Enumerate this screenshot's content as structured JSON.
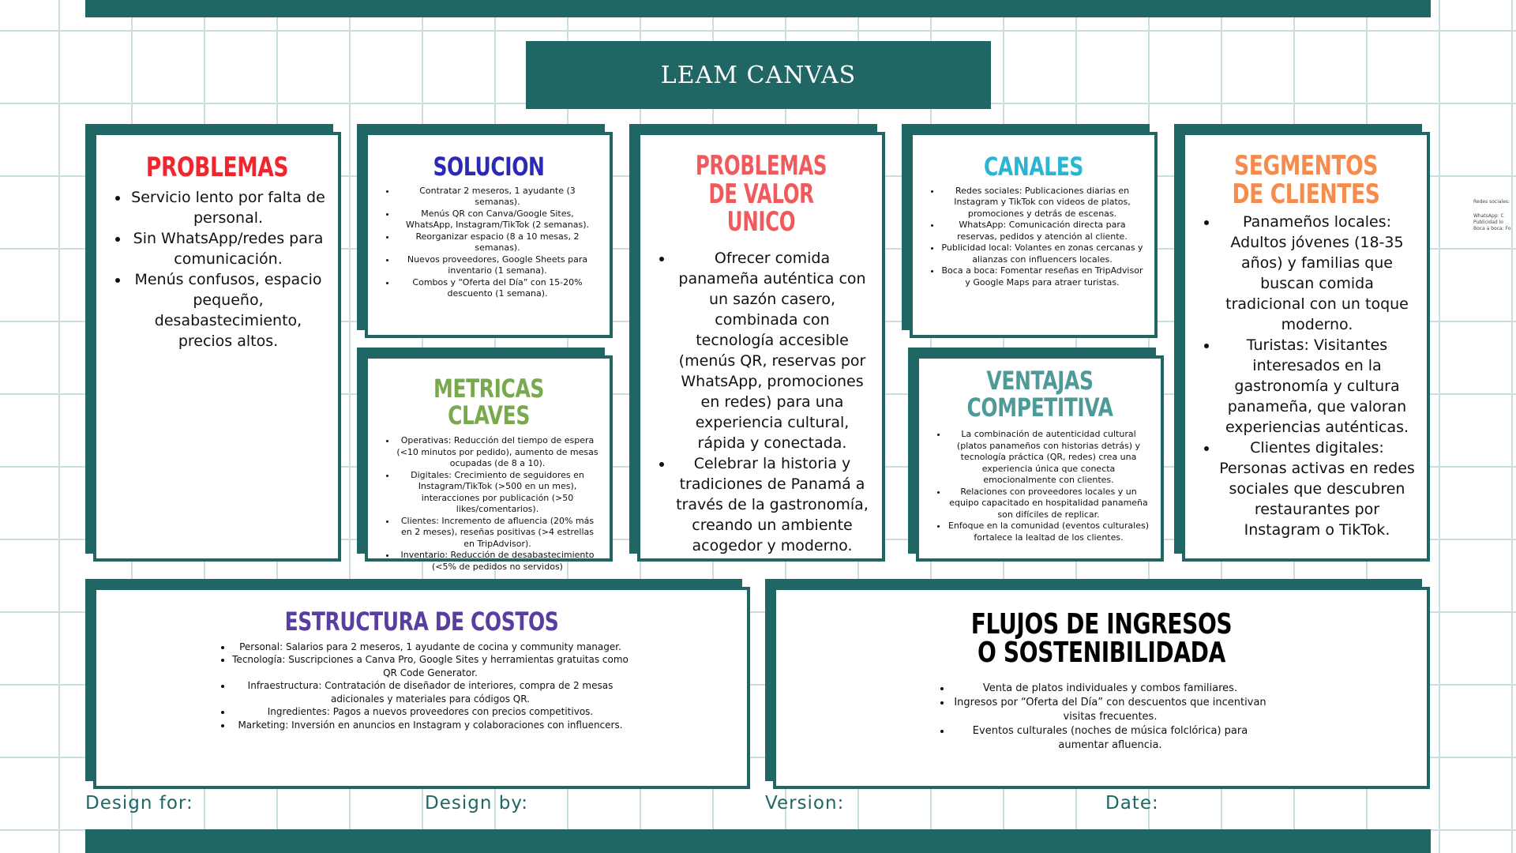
{
  "title": "LEAM CANVAS",
  "colors": {
    "frame": "#1f6664",
    "problemas": "#f0262e",
    "solucion": "#2b29b8",
    "valor": "#f05a5c",
    "canales": "#2bb5d3",
    "segmentos": "#f58b4c",
    "metricas": "#78a94c",
    "ventajas": "#4e9a98",
    "costos": "#5a3da0",
    "ingresos": "#000000"
  },
  "problemas": {
    "heading": "PROBLEMAS",
    "items": [
      "Servicio lento por falta de personal.",
      "Sin WhatsApp/redes para comunicación.",
      "Menús confusos, espacio pequeño, desabastecimiento, precios altos."
    ]
  },
  "solucion": {
    "heading": "SOLUCION",
    "items": [
      "Contratar 2 meseros, 1 ayudante (3 semanas).",
      "Menús QR con Canva/Google Sites, WhatsApp, Instagram/TikTok (2 semanas).",
      "Reorganizar espacio (8 a 10 mesas, 2 semanas).",
      "Nuevos proveedores, Google Sheets para inventario (1 semana).",
      "Combos y “Oferta del Día” con 15-20% descuento (1 semana)."
    ]
  },
  "metricas": {
    "heading": "METRICAS CLAVES",
    "items": [
      "Operativas: Reducción del tiempo de espera (<10 minutos por pedido), aumento de mesas ocupadas (de 8 a 10).",
      "Digitales: Crecimiento de seguidores en Instagram/TikTok (>500 en un mes), interacciones por publicación (>50 likes/comentarios).",
      "Clientes: Incremento de afluencia (20% más en 2 meses), reseñas positivas (>4 estrellas en TripAdvisor).",
      "Inventario: Reducción de desabastecimiento (<5% de pedidos no servidos)"
    ]
  },
  "valor": {
    "heading": "PROBLEMAS DE VALOR UNICO",
    "items": [
      "Ofrecer comida panameña auténtica con un sazón casero, combinada con tecnología accesible (menús QR, reservas por WhatsApp, promociones en redes) para una experiencia cultural, rápida y conectada.",
      "Celebrar la historia y tradiciones de Panamá a través de la gastronomía, creando un ambiente acogedor y moderno."
    ]
  },
  "canales": {
    "heading": "CANALES",
    "items": [
      "Redes sociales: Publicaciones diarias en Instagram y TikTok con videos de platos, promociones y detrás de escenas.",
      "WhatsApp: Comunicación directa para reservas, pedidos y atención al cliente.",
      "Publicidad local: Volantes en zonas cercanas y alianzas con influencers locales.",
      "Boca a boca: Fomentar reseñas en TripAdvisor y Google Maps para atraer turistas."
    ]
  },
  "ventajas": {
    "heading": "VENTAJAS COMPETITIVA",
    "items": [
      "La combinación de autenticidad cultural (platos panameños con historias detrás) y tecnología práctica (QR, redes) crea una experiencia única que conecta emocionalmente con clientes.",
      "Relaciones con proveedores locales y un equipo capacitado en hospitalidad panameña son difíciles de replicar.",
      "Enfoque en la comunidad (eventos culturales) fortalece la lealtad de los clientes."
    ]
  },
  "segmentos": {
    "heading": "SEGMENTOS DE CLIENTES",
    "items": [
      "Panameños locales: Adultos jóvenes (18-35 años) y familias que buscan comida tradicional con un toque moderno.",
      "Turistas: Visitantes interesados en la gastronomía y cultura panameña, que valoran experiencias auténticas.",
      "Clientes digitales: Personas activas en redes sociales que descubren restaurantes por Instagram o TikTok."
    ]
  },
  "costos": {
    "heading": "ESTRUCTURA DE COSTOS",
    "items": [
      "Personal: Salarios para 2 meseros, 1 ayudante de cocina y community manager.",
      "Tecnología: Suscripciones a Canva Pro, Google Sites y herramientas gratuitas como QR Code Generator.",
      "Infraestructura: Contratación de diseñador de interiores, compra de 2 mesas adicionales y materiales para códigos QR.",
      "Ingredientes: Pagos a nuevos proveedores con precios competitivos.",
      "Marketing: Inversión en anuncios en Instagram y colaboraciones con influencers."
    ]
  },
  "ingresos": {
    "heading": "FLUJOS DE INGRESOS O SOSTENIBILIDADA",
    "items": [
      "Venta de platos individuales y combos familiares.",
      "Ingresos por “Oferta del Día” con descuentos que incentivan visitas frecuentes.",
      "Eventos culturales (noches de música folclórica) para aumentar afluencia."
    ]
  },
  "footer": {
    "design_for": "Design for:",
    "design_by": "Design by:",
    "version": "Version:",
    "date": "Date:"
  },
  "side_note": [
    "Redes sociales:",
    "WhatsApp: C",
    "Publicidad lo",
    "Boca a boca: Fo"
  ]
}
